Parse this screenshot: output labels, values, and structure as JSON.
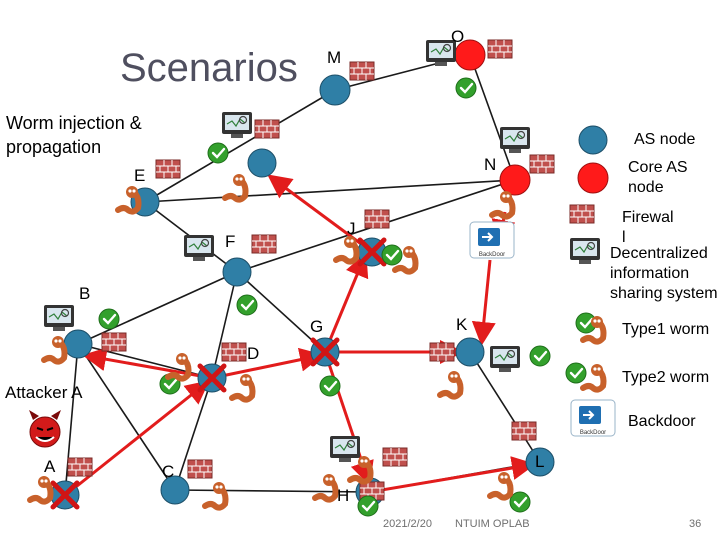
{
  "slide": {
    "title": "Scenarios",
    "subtitle": "Worm injection & propagation",
    "footer": {
      "date": "2021/2/20",
      "org": "NTUIM OPLAB",
      "page": "36"
    }
  },
  "nodes": {
    "O": "O",
    "M": "M",
    "N": "N",
    "E": "E",
    "F": "F",
    "J": "J",
    "B": "B",
    "G": "G",
    "K": "K",
    "D": "D",
    "attacker": "Attacker A",
    "A": "A",
    "C": "C",
    "L": "L",
    "H": "H"
  },
  "legend": {
    "as_node": "AS node",
    "core_as_node_1": "Core  AS",
    "core_as_node_2": "node",
    "firewall_1": "Firewal",
    "firewall_2": "l",
    "decentralized_1": "Decentralized",
    "decentralized_2": "information",
    "decentralized_3": "sharing system",
    "type1_worm": "Type1 worm",
    "type2_worm": "Type2 worm",
    "backdoor": "Backdoor",
    "backdoor_badge": "BackDoor"
  },
  "colors": {
    "as_node": "#2f7fa6",
    "core_node": "#ff1a1a",
    "firewall": "#c0504d",
    "attack_path": "#e21c1c",
    "link": "#1a1a1a",
    "check": "#33a02c",
    "worm": "#c8612b",
    "backdoor": "#1f6fb2",
    "monitor": "#333333"
  }
}
